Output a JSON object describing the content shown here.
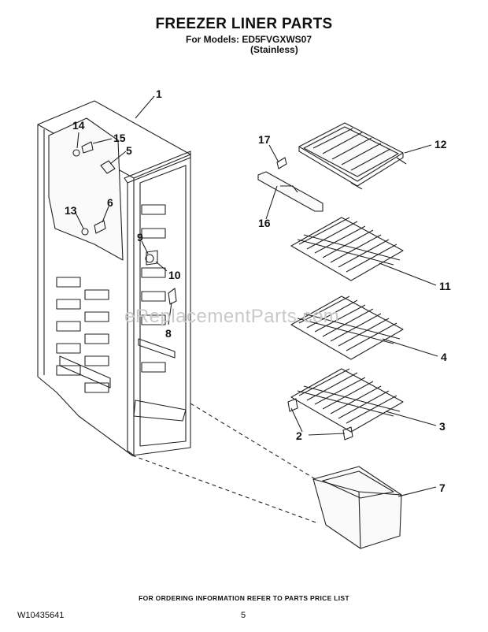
{
  "header": {
    "title": "FREEZER LINER PARTS",
    "models_line": "For Models: ED5FVGXWS07",
    "variant_line": "(Stainless)"
  },
  "watermark": "eReplacementParts.com",
  "footer": {
    "ordering_note": "FOR ORDERING INFORMATION REFER TO PARTS PRICE LIST",
    "document_number": "W10435641",
    "page_number": "5"
  },
  "callouts": [
    "1",
    "14",
    "15",
    "5",
    "13",
    "6",
    "9",
    "10",
    "8",
    "17",
    "12",
    "16",
    "11",
    "4",
    "3",
    "2",
    "7"
  ]
}
